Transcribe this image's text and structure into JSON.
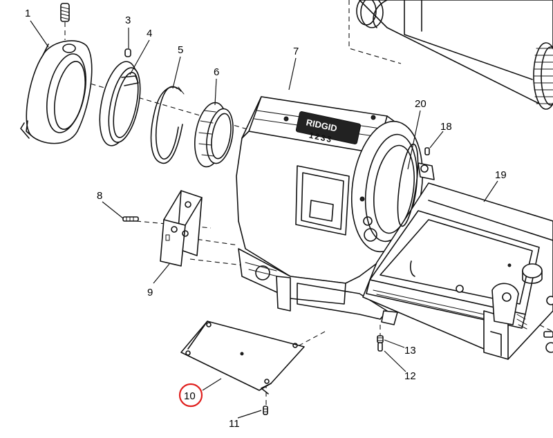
{
  "diagram": {
    "housing_marking_line1": "RIDGID",
    "housing_marking_line2": "1233",
    "highlight_color": "#e0201e",
    "highlighted_part": "10",
    "callouts": {
      "p1": "1",
      "p3": "3",
      "p4": "4",
      "p5": "5",
      "p6": "6",
      "p7": "7",
      "p8": "8",
      "p9": "9",
      "p10": "10",
      "p11": "11",
      "p12": "12",
      "p13": "13",
      "p18": "18",
      "p19": "19",
      "p20": "20"
    }
  }
}
